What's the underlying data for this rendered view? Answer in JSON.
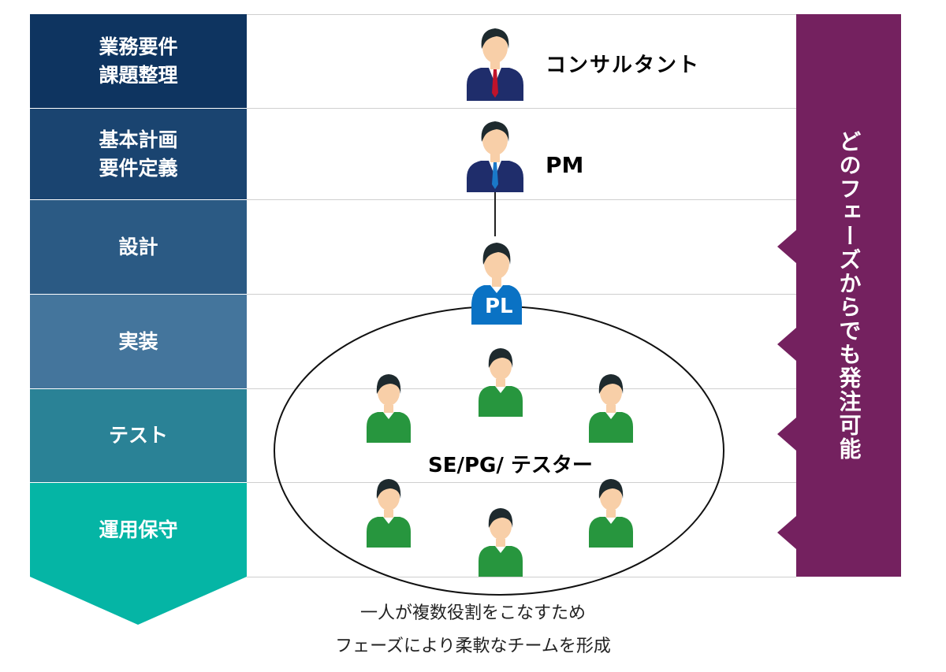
{
  "phases": [
    {
      "label": "業務要件\n課題整理",
      "color": "#0e3460"
    },
    {
      "label": "基本計画\n要件定義",
      "color": "#1a4470"
    },
    {
      "label": "設計",
      "color": "#2b5a84"
    },
    {
      "label": "実装",
      "color": "#44759c"
    },
    {
      "label": "テスト",
      "color": "#2a8296"
    },
    {
      "label": "運用保守",
      "color": "#05b5a5"
    }
  ],
  "roles": {
    "consultant": "コンサルタント",
    "pm": "PM",
    "pl": "PL",
    "team": "SE/PG/ テスター"
  },
  "side_banner": {
    "text": "どのフェーズからでも発注可能",
    "color": "#74215f"
  },
  "captions": [
    "一人が複数役割をこなすため",
    "フェーズにより柔軟なチームを形成"
  ],
  "colors": {
    "consultant_suit": "#1f2d6b",
    "consultant_tie": "#c0132b",
    "pm_suit": "#1f2d6b",
    "pm_tie": "#1a78c8",
    "pl_shirt": "#0a72c4",
    "team_shirt": "#27963e",
    "skin": "#f8cfa8",
    "hair": "#1e2a2e"
  }
}
